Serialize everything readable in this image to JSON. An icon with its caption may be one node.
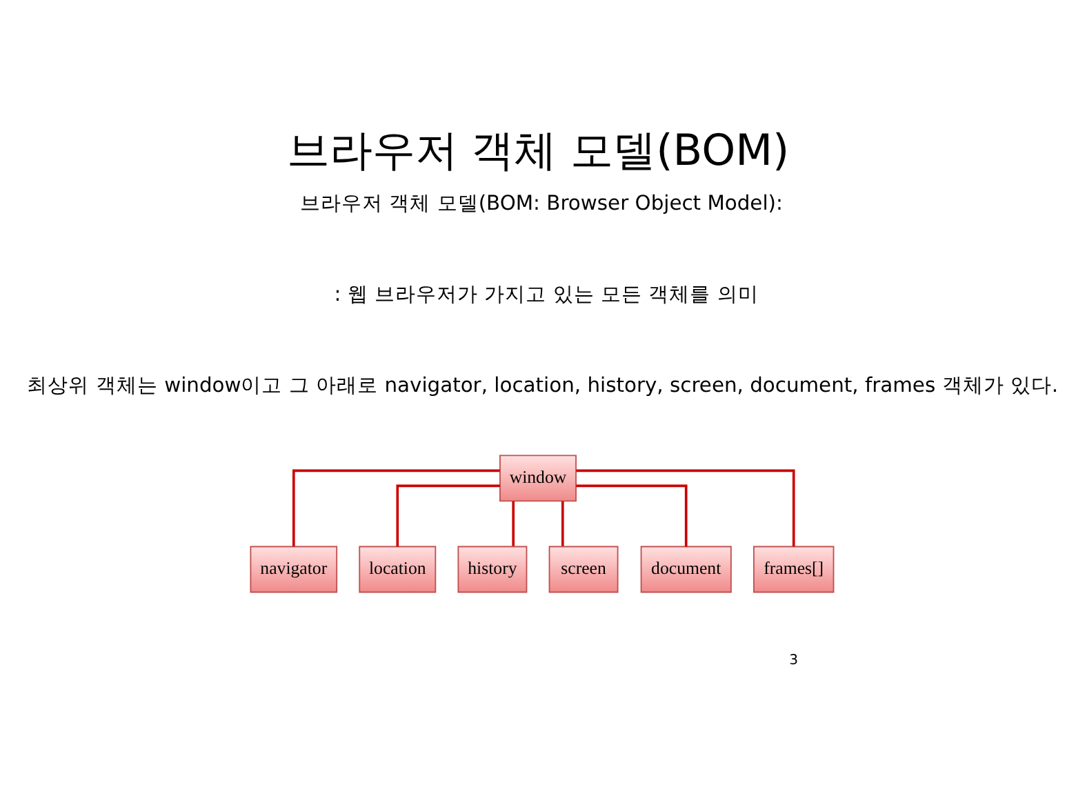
{
  "diagram": {
    "title": "브라우저 객체 모델(BOM)",
    "nodes": [
      {
        "text": [
          "window"
        ]
      },
      {
        "text": [
          "navigator"
        ]
      },
      {
        "text": [
          "location"
        ]
      },
      {
        "text": [
          "history"
        ]
      },
      {
        "text": [
          "screen"
        ]
      },
      {
        "text": [
          "document"
        ]
      },
      {
        "text": [
          "frames[]"
        ]
      }
    ],
    "edges": [
      {
        "from": 0,
        "to": 1,
        "arrow": "none"
      },
      {
        "from": 0,
        "to": 2,
        "arrow": "none"
      },
      {
        "from": 0,
        "to": 3,
        "arrow": "none"
      },
      {
        "from": 0,
        "to": 4,
        "arrow": "none"
      },
      {
        "from": 0,
        "to": 5,
        "arrow": "none"
      },
      {
        "from": 0,
        "to": 6,
        "arrow": "none"
      }
    ],
    "labels": [
      "브라우저 객체 모델(BOM: Browser Object Model):",
      ": 웹 브라우저가 가지고 있는 모든 객체를 의미",
      "최상위 객체는 window이고 그 아래로 navigator, location, history, screen, document, frames 객체가 있다.",
      "3"
    ]
  }
}
